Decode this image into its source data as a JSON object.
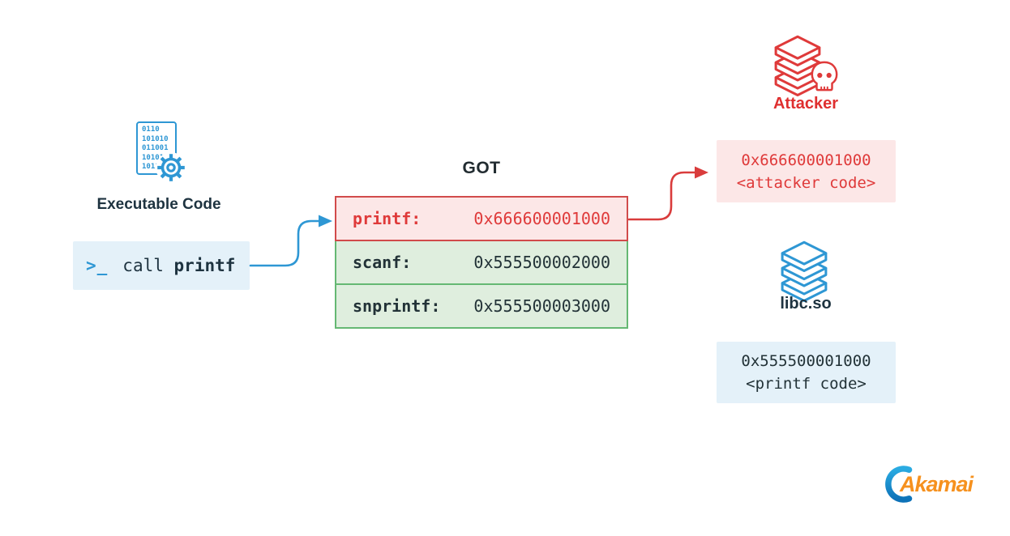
{
  "executable": {
    "label": "Executable Code",
    "binary_lines": [
      "0110",
      "101010",
      "011001",
      "10101",
      "1011"
    ],
    "call_prompt": ">_",
    "call_text": "call",
    "call_func": "printf"
  },
  "got": {
    "title": "GOT",
    "rows": [
      {
        "name": "printf:",
        "address": "0x666600001000",
        "status": "hijacked"
      },
      {
        "name": "scanf:",
        "address": "0x555500002000",
        "status": "normal"
      },
      {
        "name": "snprintf:",
        "address": "0x555500003000",
        "status": "normal"
      }
    ]
  },
  "attacker": {
    "label": "Attacker",
    "address": "0x666600001000",
    "code": "<attacker code>"
  },
  "libc": {
    "label": "libc.so",
    "address": "0x555500001000",
    "code": "<printf code>"
  },
  "logo": {
    "text": "Akamai"
  },
  "colors": {
    "blue": "#2e97d4",
    "red": "#df3a3a",
    "red_border": "#d14b4b",
    "dark": "#1e3340",
    "pink_bg": "#fce7e7",
    "light_blue_bg": "#e4f1f9",
    "green_bg": "#dfeede",
    "green_border": "#65b873",
    "orange": "#f6911e"
  }
}
